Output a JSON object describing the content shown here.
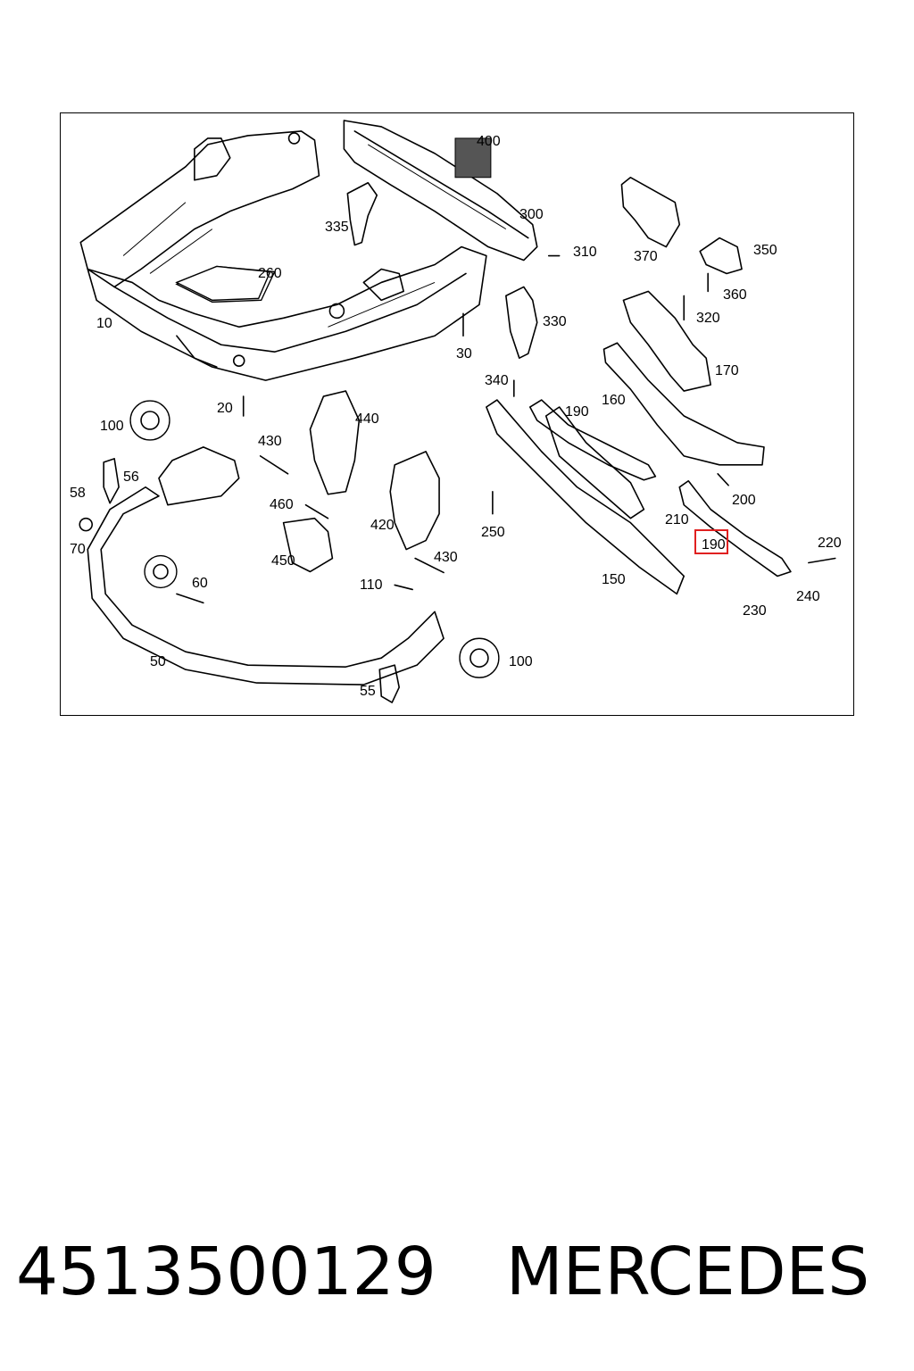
{
  "diagram": {
    "labels": [
      {
        "id": "10",
        "text": "10"
      },
      {
        "id": "20",
        "text": "20"
      },
      {
        "id": "30",
        "text": "30"
      },
      {
        "id": "50",
        "text": "50"
      },
      {
        "id": "55",
        "text": "55"
      },
      {
        "id": "56",
        "text": "56"
      },
      {
        "id": "58",
        "text": "58"
      },
      {
        "id": "60",
        "text": "60"
      },
      {
        "id": "70",
        "text": "70"
      },
      {
        "id": "100a",
        "text": "100"
      },
      {
        "id": "100b",
        "text": "100"
      },
      {
        "id": "110",
        "text": "110"
      },
      {
        "id": "150",
        "text": "150"
      },
      {
        "id": "160",
        "text": "160"
      },
      {
        "id": "170",
        "text": "170"
      },
      {
        "id": "190a",
        "text": "190"
      },
      {
        "id": "190b",
        "text": "190"
      },
      {
        "id": "200",
        "text": "200"
      },
      {
        "id": "210",
        "text": "210"
      },
      {
        "id": "220",
        "text": "220"
      },
      {
        "id": "230",
        "text": "230"
      },
      {
        "id": "240",
        "text": "240"
      },
      {
        "id": "250",
        "text": "250"
      },
      {
        "id": "260",
        "text": "260"
      },
      {
        "id": "300",
        "text": "300"
      },
      {
        "id": "310",
        "text": "310"
      },
      {
        "id": "320",
        "text": "320"
      },
      {
        "id": "330",
        "text": "330"
      },
      {
        "id": "335",
        "text": "335"
      },
      {
        "id": "340",
        "text": "340"
      },
      {
        "id": "350",
        "text": "350"
      },
      {
        "id": "360",
        "text": "360"
      },
      {
        "id": "370",
        "text": "370"
      },
      {
        "id": "400",
        "text": "400"
      },
      {
        "id": "420",
        "text": "420"
      },
      {
        "id": "430a",
        "text": "430"
      },
      {
        "id": "430b",
        "text": "430"
      },
      {
        "id": "440",
        "text": "440"
      },
      {
        "id": "450",
        "text": "450"
      },
      {
        "id": "460",
        "text": "460"
      }
    ],
    "highlighted_part": "190",
    "highlight_color": "#e02020"
  },
  "footer": {
    "part_number": "4513500129",
    "brand": "MERCEDES"
  }
}
